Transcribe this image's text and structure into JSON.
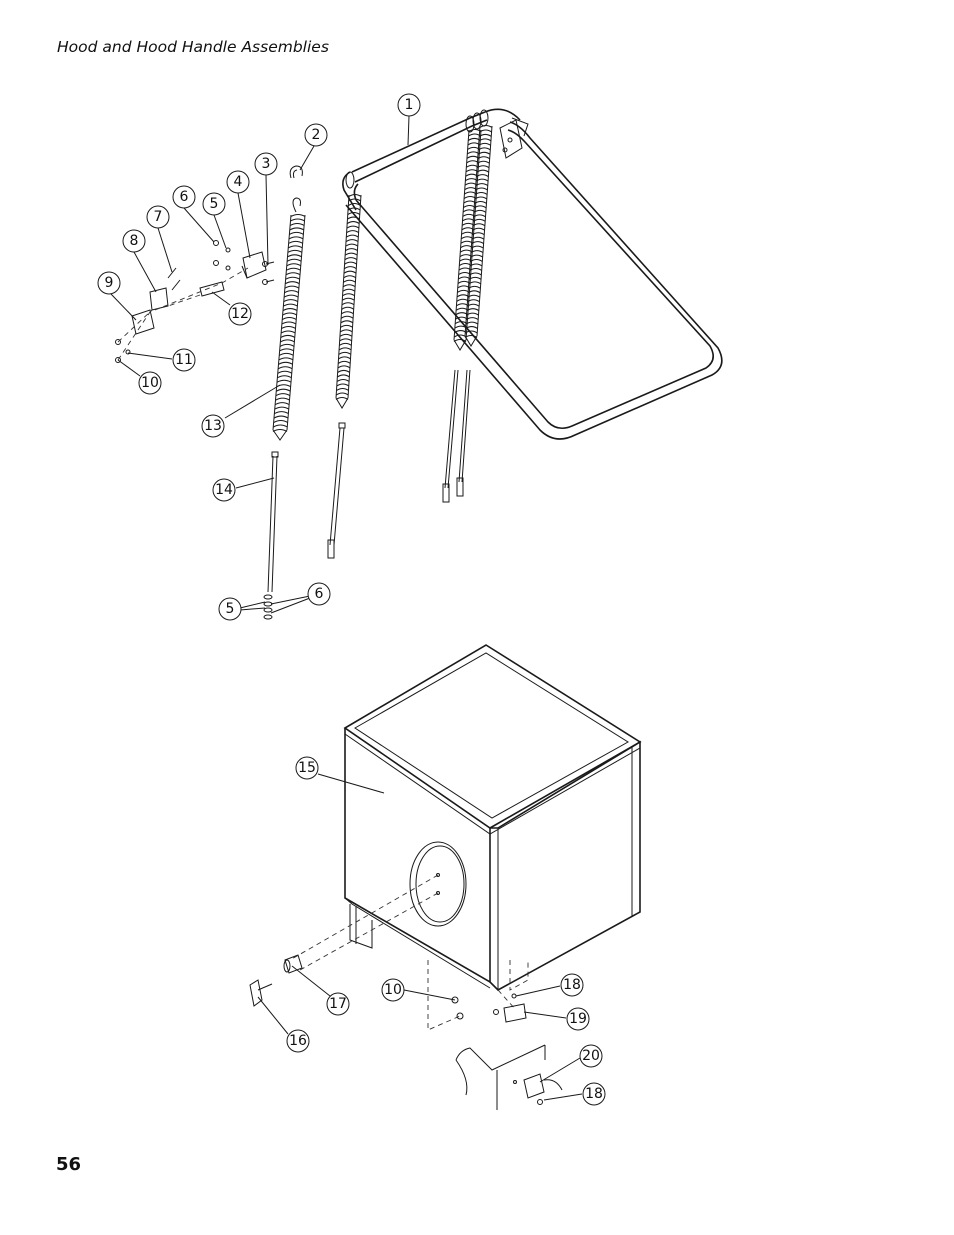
{
  "page": {
    "title": "Hood and Hood Handle Assemblies",
    "page_number": "56"
  },
  "callouts": [
    {
      "id": "c1",
      "label": "1"
    },
    {
      "id": "c2",
      "label": "2"
    },
    {
      "id": "c3",
      "label": "3"
    },
    {
      "id": "c4",
      "label": "4"
    },
    {
      "id": "c5a",
      "label": "5"
    },
    {
      "id": "c6a",
      "label": "6"
    },
    {
      "id": "c7",
      "label": "7"
    },
    {
      "id": "c8",
      "label": "8"
    },
    {
      "id": "c9",
      "label": "9"
    },
    {
      "id": "c10a",
      "label": "10"
    },
    {
      "id": "c11",
      "label": "11"
    },
    {
      "id": "c12",
      "label": "12"
    },
    {
      "id": "c13",
      "label": "13"
    },
    {
      "id": "c14",
      "label": "14"
    },
    {
      "id": "c5b",
      "label": "5"
    },
    {
      "id": "c6b",
      "label": "6"
    },
    {
      "id": "c15",
      "label": "15"
    },
    {
      "id": "c16",
      "label": "16"
    },
    {
      "id": "c17",
      "label": "17"
    },
    {
      "id": "c10b",
      "label": "10"
    },
    {
      "id": "c18a",
      "label": "18"
    },
    {
      "id": "c19",
      "label": "19"
    },
    {
      "id": "c20",
      "label": "20"
    },
    {
      "id": "c18b",
      "label": "18"
    }
  ]
}
